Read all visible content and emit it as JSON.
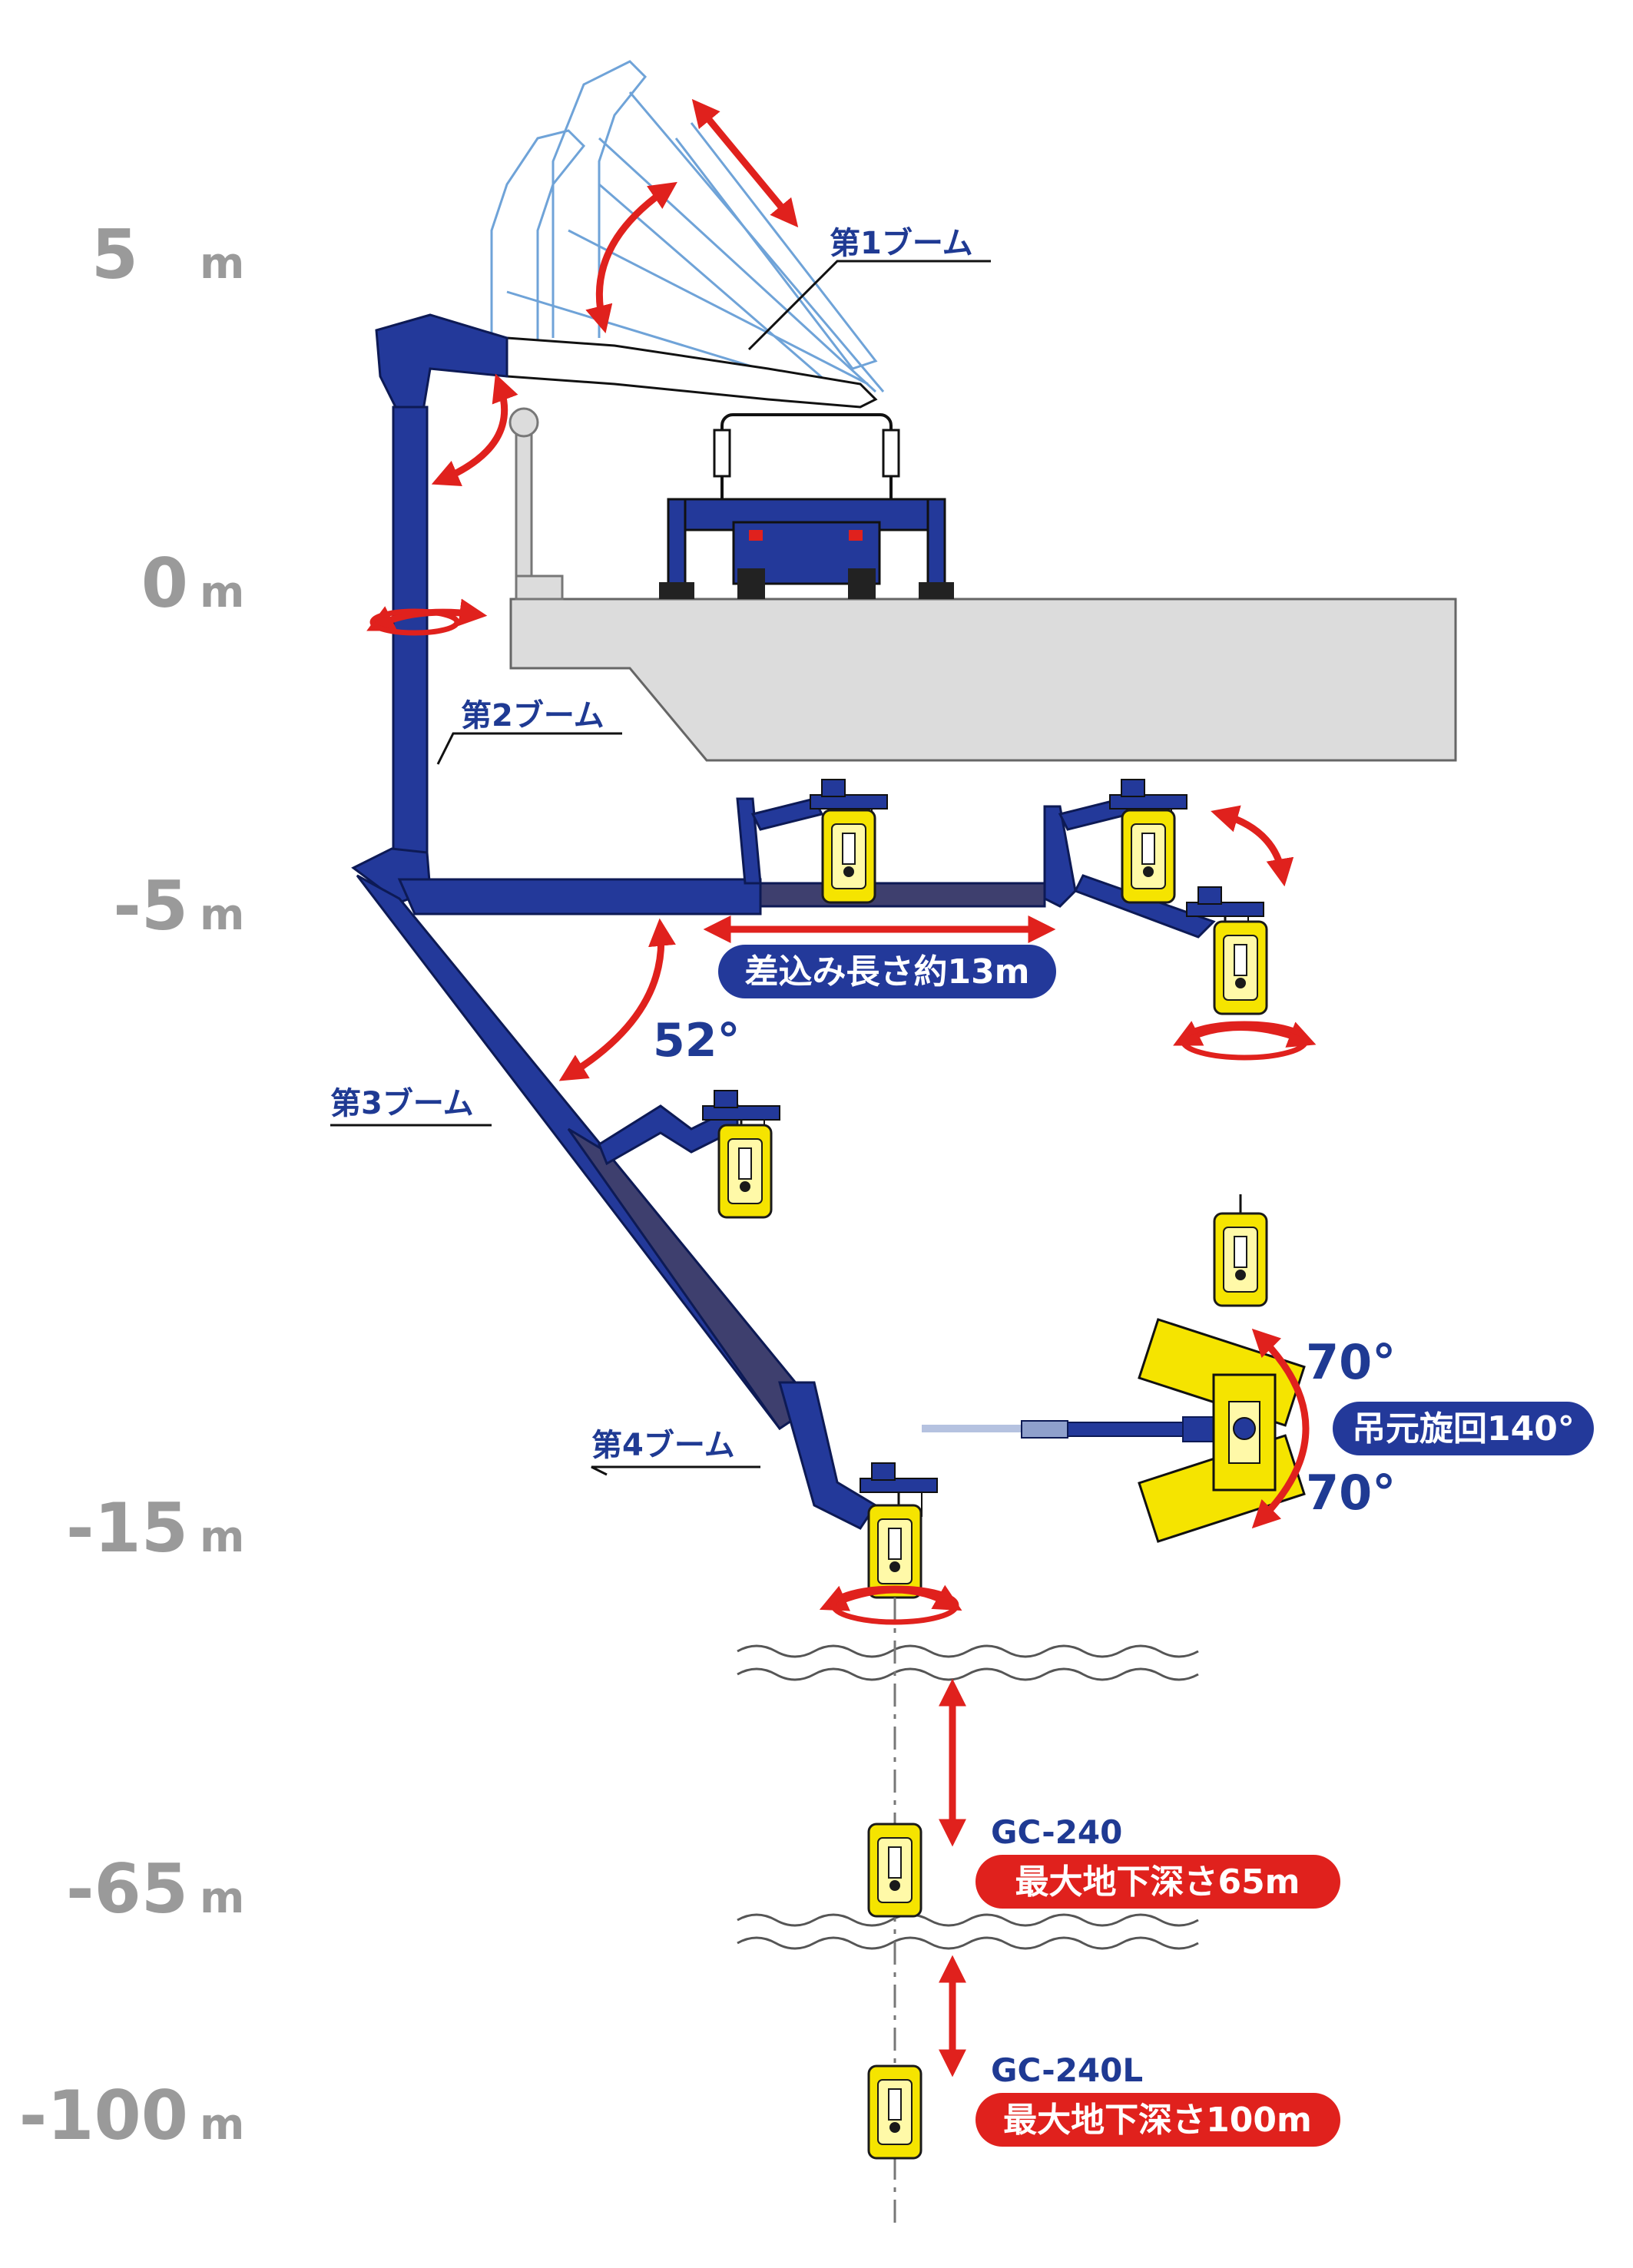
{
  "depth_scale": {
    "unit": "m",
    "levels": [
      {
        "value": "5",
        "label": "5"
      },
      {
        "value": "0",
        "label": "0"
      },
      {
        "value": "-5",
        "label": "-5"
      },
      {
        "value": "-15",
        "label": "-15"
      },
      {
        "value": "-65",
        "label": "-65"
      },
      {
        "value": "-100",
        "label": "-100"
      }
    ]
  },
  "boom_labels": {
    "boom1": "第1ブーム",
    "boom2": "第2ブーム",
    "boom3": "第3ブーム",
    "boom4": "第4ブーム"
  },
  "insertion": {
    "label": "差込み長さ約13m"
  },
  "angle_52": "52°",
  "rotation": {
    "top_angle": "70°",
    "bottom_angle": "70°",
    "label": "吊元旋回140°"
  },
  "cameras": [
    {
      "model": "GC-240",
      "label": "最大地下深さ65m"
    },
    {
      "model": "GC-240L",
      "label": "最大地下深さ100m"
    }
  ],
  "colors": {
    "boom_blue": "#23399a",
    "label_blue": "#1f3a93",
    "arrow_red": "#e0211d",
    "camera_yellow": "#f5e400",
    "deck_gray": "#dcdcdc",
    "depth_gray": "#9a9a9a"
  }
}
